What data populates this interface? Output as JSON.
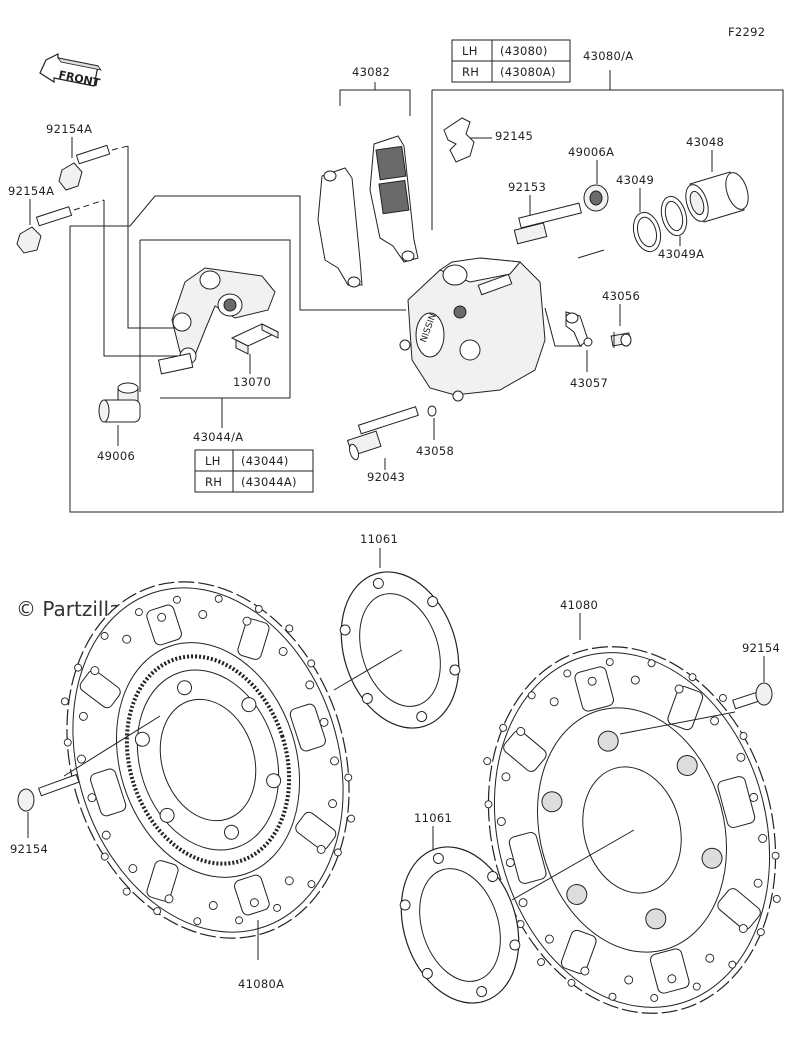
{
  "figure_code": "F2292",
  "watermark": "© Partzilla.com",
  "front_label": "FRONT",
  "labels": {
    "p43082": "43082",
    "p43080": "43080/A",
    "p92154a_top": "92154A",
    "p92154a_mid": "92154A",
    "p92145": "92145",
    "p49006a": "49006A",
    "p43048": "43048",
    "p92153": "92153",
    "p43049": "43049",
    "p43049a": "43049A",
    "p43056": "43056",
    "p43057": "43057",
    "p13070": "13070",
    "p43044": "43044/A",
    "p49006": "49006",
    "p43058": "43058",
    "p92043": "92043",
    "p11061_top": "11061",
    "p11061_bot": "11061",
    "p41080": "41080",
    "p41080a": "41080A",
    "p92154_left": "92154",
    "p92154_right": "92154"
  },
  "table_43080": {
    "lh": "LH",
    "lh_part": "(43080)",
    "rh": "RH",
    "rh_part": "(43080A)"
  },
  "table_43044": {
    "lh": "LH",
    "lh_part": "(43044)",
    "rh": "RH",
    "rh_part": "(43044A)"
  }
}
